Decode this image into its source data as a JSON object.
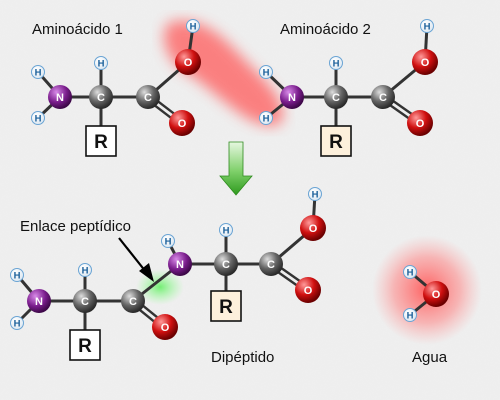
{
  "labels": {
    "amino_acid_1": "Aminoácido 1",
    "amino_acid_2": "Aminoácido 2",
    "peptide_bond": "Enlace peptídico",
    "dipeptide": "Dipéptido",
    "water": "Agua"
  },
  "atoms": {
    "hydrogen": "H",
    "nitrogen": "N",
    "carbon": "C",
    "oxygen": "O",
    "r_group": "R"
  },
  "colors": {
    "nitrogen": "#7a1d8c",
    "carbon": "#555555",
    "oxygen": "#cc1111",
    "hydrogen": "#ffffff",
    "hydrogen_stroke": "#2a7fc0",
    "water_glow": "#ff6666",
    "bond_glow": "#66ee66",
    "arrow": "#2e9a1e",
    "r_box_aa1": "#ffffff",
    "r_box_aa2": "#fdf0dc",
    "background": "#ececec"
  }
}
